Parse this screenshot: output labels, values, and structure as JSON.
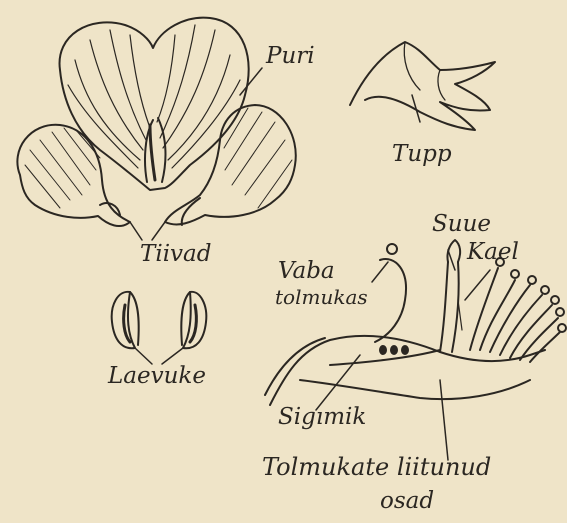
{
  "colors": {
    "background": "#efe4c8",
    "ink": "#2b2722"
  },
  "labels": {
    "puri": "Puri",
    "tupp": "Tupp",
    "tiivad": "Tiivad",
    "laevuke": "Laevuke",
    "suue": "Suue",
    "kael": "Kael",
    "vaba": "Vaba",
    "tolmukas": "tolmukas",
    "sigimik": "Sigımik",
    "tolmukate_liitunud": "Tolmukate liitunud",
    "osad": "osad"
  }
}
